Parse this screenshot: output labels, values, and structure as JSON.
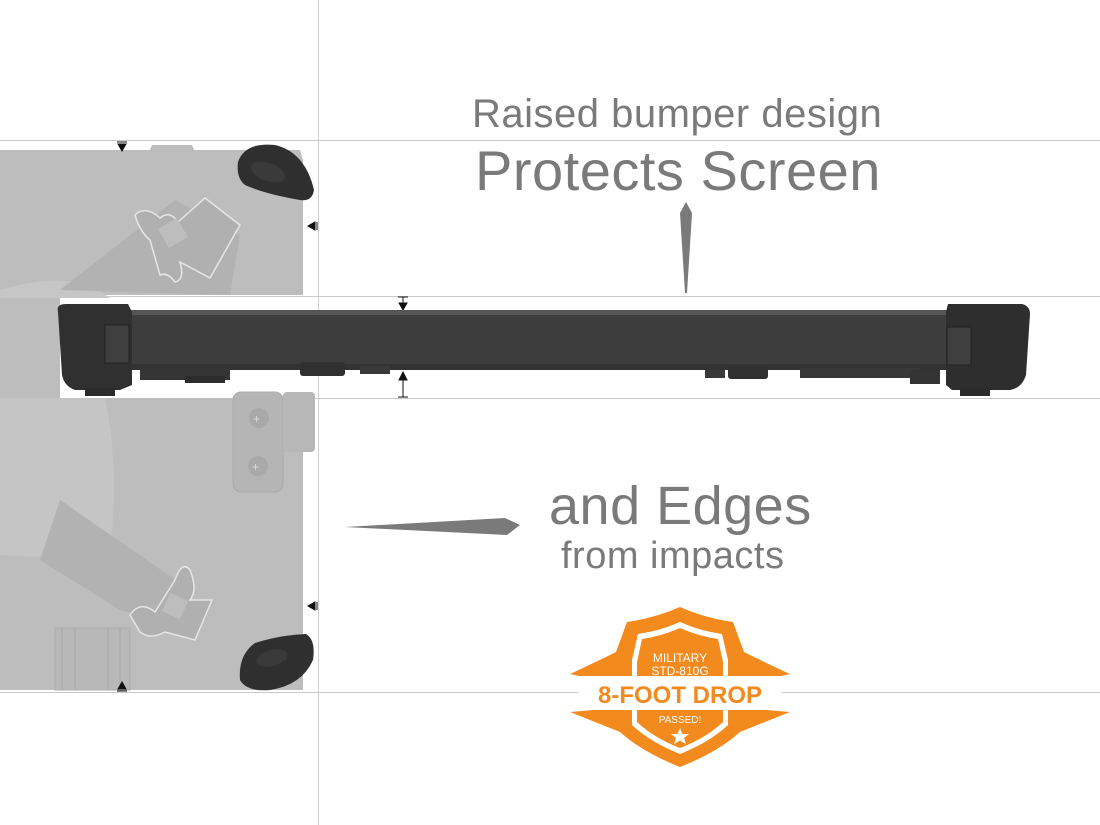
{
  "headline": {
    "subtitle": "Raised bumper design",
    "title": "Protects Screen"
  },
  "secondary": {
    "title": "and Edges",
    "subtitle": "from impacts"
  },
  "badge": {
    "line1": "MILITARY",
    "line2": "STD-810G",
    "banner": "8-FOOT DROP",
    "status": "PASSED!",
    "icon": "star-icon",
    "color": "#f28a1e"
  },
  "colors": {
    "text": "#7a7a7a",
    "guide_lines": "#c9c9c9",
    "case_body": "#b9b9b9",
    "bumper": "#3a3a3a",
    "profile_bar": "#404040"
  }
}
